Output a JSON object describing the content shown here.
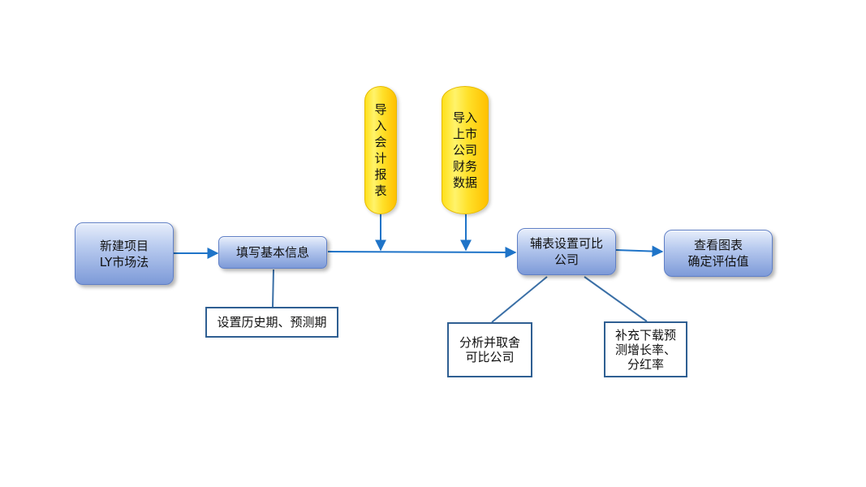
{
  "nodes": {
    "new_project": {
      "text": "新建项目\nLY市场法"
    },
    "fill_info": {
      "text": "填写基本信息"
    },
    "history_forecast": {
      "text": "设置历史期、预测期"
    },
    "import_accounts": {
      "text": "导\n入\n会\n计\n报\n表"
    },
    "import_listed": {
      "text": "导入\n上市\n公司\n财务\n数据"
    },
    "aux_setup": {
      "text": "辅表设置可比\n公司"
    },
    "view_chart": {
      "text": "查看图表\n确定评估值"
    },
    "analyze": {
      "text": "分析并取舍\n可比公司"
    },
    "supplement": {
      "text": "补充下载预\n测增长率、\n分红率"
    }
  },
  "colors": {
    "arrow": "#1f74c8",
    "connector": "#3a6fa6",
    "process_border": "#5f7fc6",
    "process_top": "#e7eefb",
    "process_bottom": "#7d9ad8",
    "cylinder_fill": "#ffe01a",
    "note_border": "#2f5f92"
  }
}
